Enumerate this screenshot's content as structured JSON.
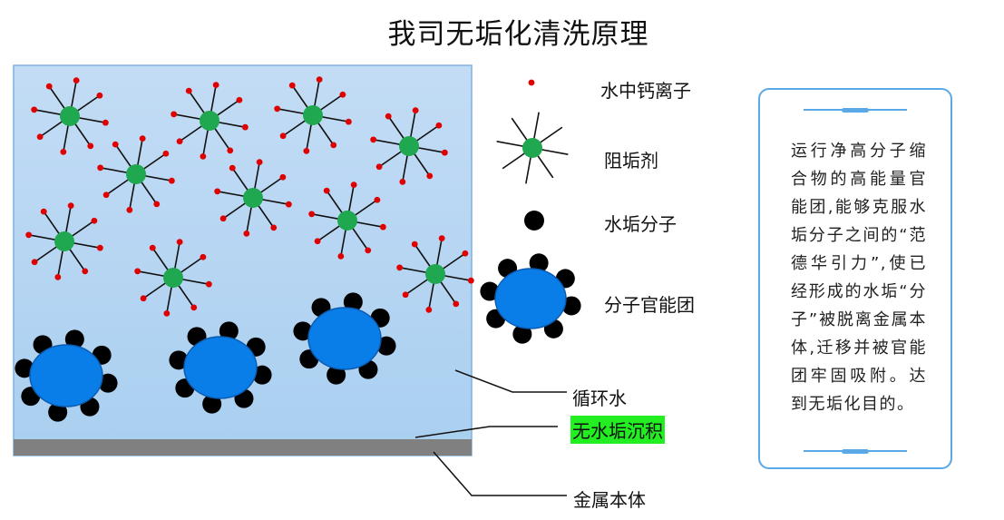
{
  "title": "我司无垢化清洗原理",
  "legend": {
    "calcium_ion": "水中钙离子",
    "antiscalant": "阻垢剂",
    "scale_molecule": "水垢分子",
    "functional_group": "分子官能团"
  },
  "callouts": {
    "circulating_water": "循环水",
    "no_scale_deposit": "无水垢沉积",
    "metal_body": "金属本体"
  },
  "note": "运行净高分子缩合物的高能量官能团,能够克服水垢分子之间的“范德华引力”,使已经形成的水垢“分子”被脱离金属本体,迁移并被官能团牢固吸附。达到无垢化目的。",
  "colors": {
    "water_top": "#c3dcf5",
    "water_bottom": "#a9cff0",
    "metal": "#808080",
    "antiscalant": "#1fa84f",
    "ion": "#e00000",
    "functional_group": "#0a7ee8",
    "scale": "#000000",
    "highlight": "#22ee22",
    "frame": "#5aa9e6"
  }
}
